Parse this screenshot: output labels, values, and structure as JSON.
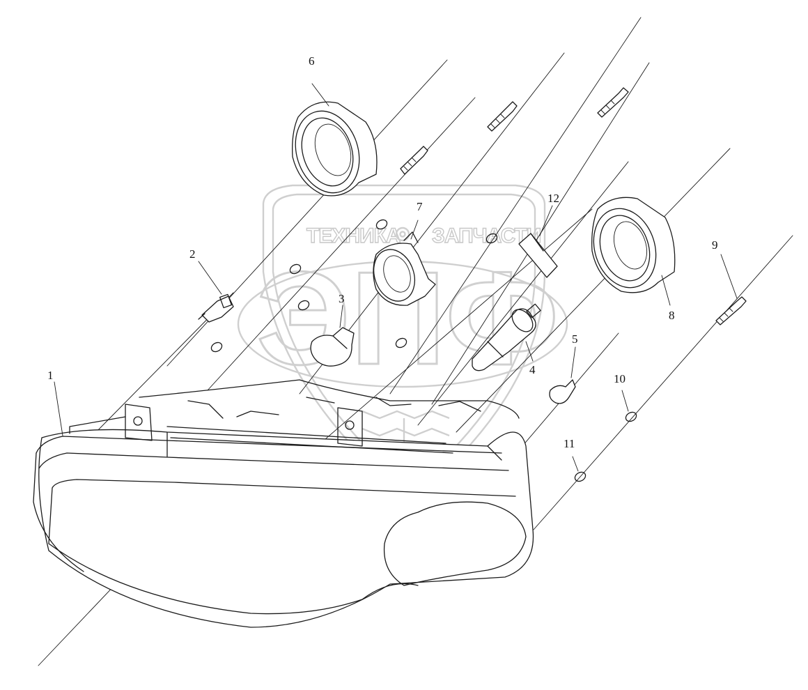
{
  "diagram": {
    "callouts": [
      {
        "id": "1",
        "label": "1"
      },
      {
        "id": "2",
        "label": "2"
      },
      {
        "id": "3",
        "label": "3"
      },
      {
        "id": "4",
        "label": "4"
      },
      {
        "id": "5",
        "label": "5"
      },
      {
        "id": "6",
        "label": "6"
      },
      {
        "id": "7",
        "label": "7"
      },
      {
        "id": "8",
        "label": "8"
      },
      {
        "id": "9",
        "label": "9"
      },
      {
        "id": "10",
        "label": "10"
      },
      {
        "id": "11",
        "label": "11"
      },
      {
        "id": "12",
        "label": "12"
      }
    ],
    "watermark": {
      "left_word": "ТЕХНИКА",
      "right_word": "ЗАПЧАСТИ",
      "logo": "ЭПФ"
    }
  }
}
